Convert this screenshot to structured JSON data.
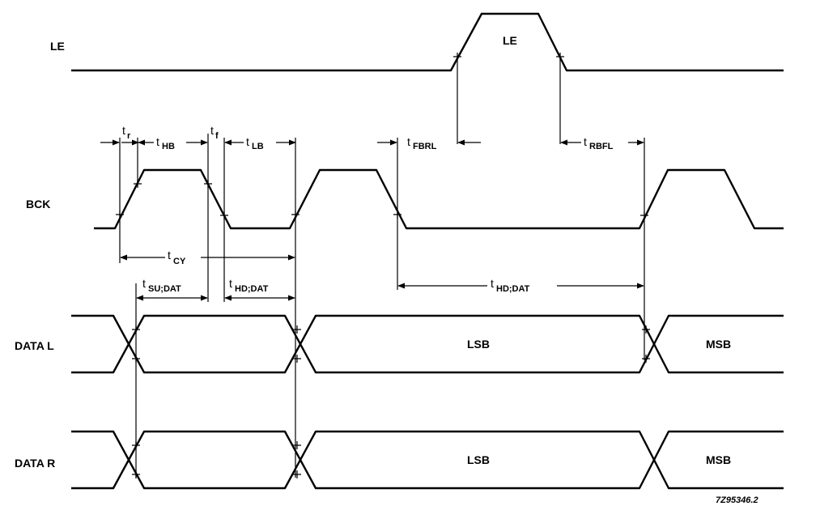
{
  "signals": {
    "le": "LE",
    "bck": "BCK",
    "data_l": "DATA L",
    "data_r": "DATA R"
  },
  "pulse_label": "LE",
  "params": {
    "tr": {
      "sym": "t",
      "sub": "r"
    },
    "thb": {
      "sym": "t",
      "sub": "HB"
    },
    "tf": {
      "sym": "t",
      "sub": "f"
    },
    "tlb": {
      "sym": "t",
      "sub": "LB"
    },
    "tfbrl": {
      "sym": "t",
      "sub": "FBRL"
    },
    "trbfl": {
      "sym": "t",
      "sub": "RBFL"
    },
    "tcy": {
      "sym": "t",
      "sub": "CY"
    },
    "tsu_dat": {
      "sym": "t",
      "sub": "SU;DAT"
    },
    "thd_dat": {
      "sym": "t",
      "sub": "HD;DAT"
    },
    "thd_dat_2": {
      "sym": "t",
      "sub": "HD;DAT"
    }
  },
  "data_l_bits": {
    "lsb": "LSB",
    "msb": "MSB"
  },
  "data_r_bits": {
    "lsb": "LSB",
    "msb": "MSB"
  },
  "figure_code": "7Z95346.2"
}
